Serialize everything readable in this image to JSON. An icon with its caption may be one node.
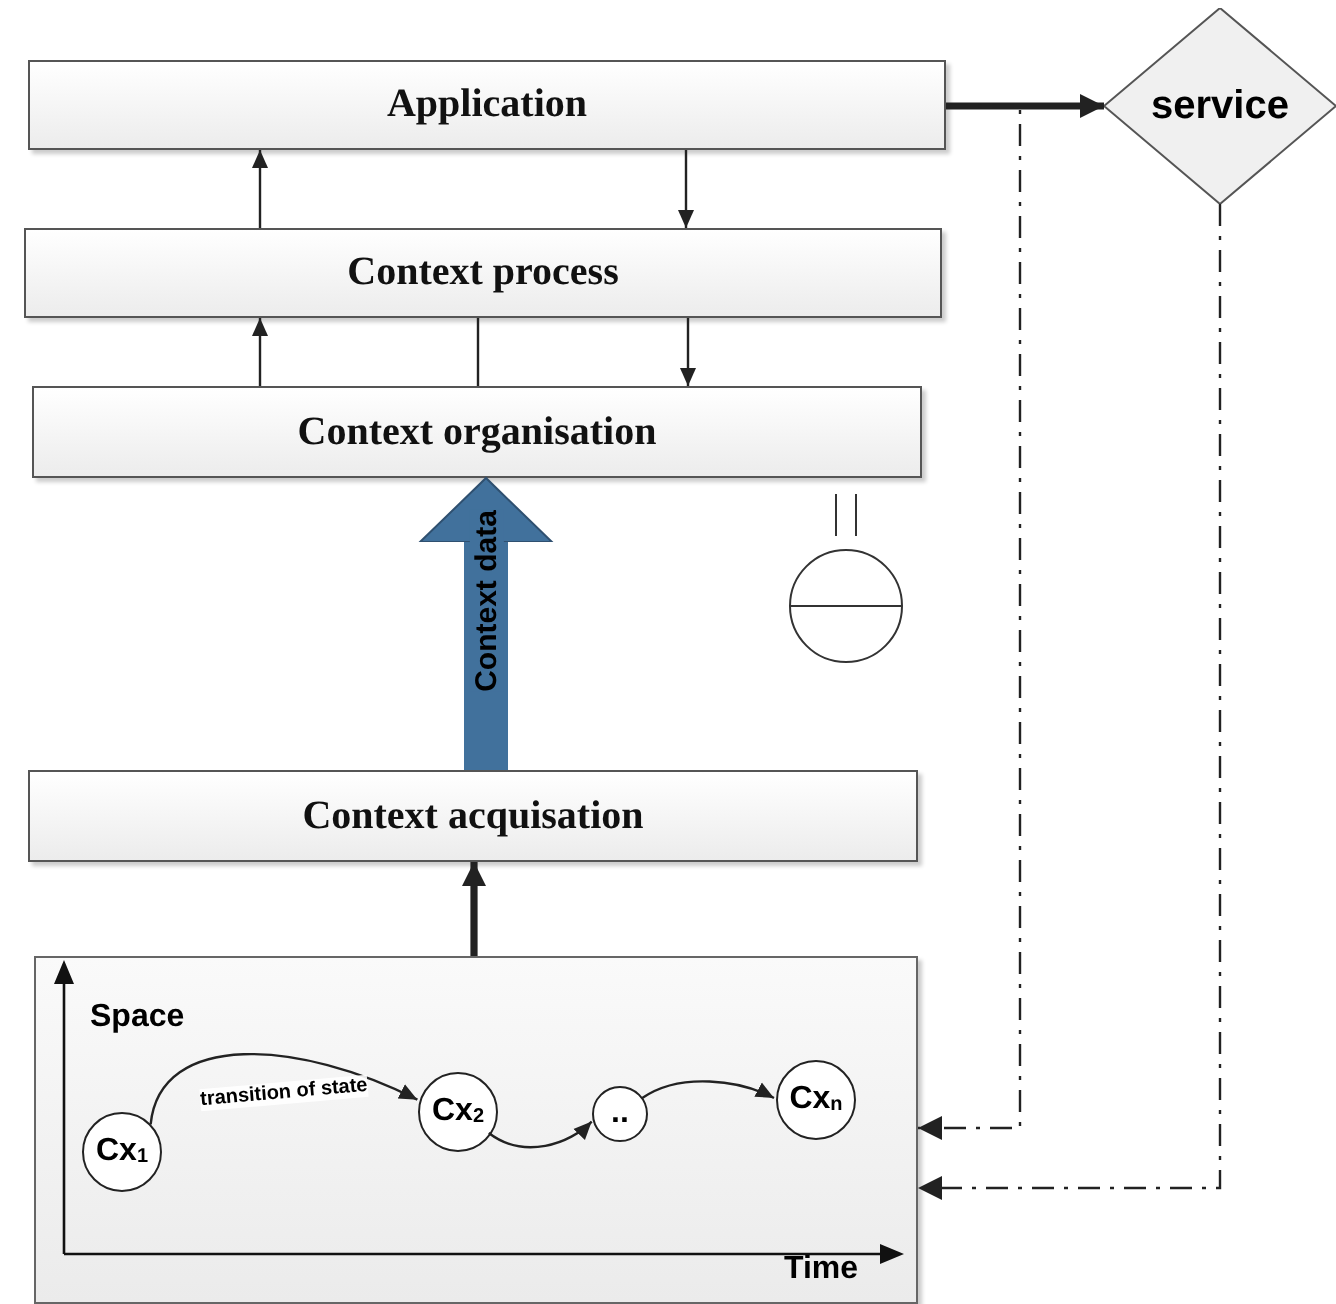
{
  "diagram": {
    "nodes": [
      {
        "text": [
          "Application"
        ]
      },
      {
        "text": [
          "service"
        ]
      },
      {
        "text": [
          "Context process"
        ]
      },
      {
        "text": [
          "Context organisation"
        ]
      },
      {
        "text": [
          "Context acquisation"
        ]
      },
      {
        "text": [],
        "shape": "box"
      },
      {
        "text": [
          "Cx$_{1}$"
        ],
        "in": 5
      },
      {
        "text": [
          "Cx$_{2}$"
        ],
        "in": 5
      },
      {
        "text": [
          ".."
        ],
        "in": 5
      },
      {
        "text": [
          "Cx$_{n}$"
        ],
        "in": 5
      }
    ],
    "edges": [
      {
        "from": 0,
        "to": 1,
        "arrow": "to",
        "style": "thick"
      },
      {
        "from": 2,
        "to": 0,
        "arrow": "to"
      },
      {
        "from": 0,
        "to": 2,
        "arrow": "to"
      },
      {
        "from": 3,
        "to": 2,
        "arrow": "to"
      },
      {
        "from": 2,
        "to": 3,
        "arrow": "to"
      },
      {
        "from": 2,
        "to": 3,
        "arrow": "none"
      },
      {
        "from": 4,
        "to": 3,
        "arrow": "to",
        "style": "thick",
        "color": "#41719c",
        "label": "Context data"
      },
      {
        "from": 5,
        "to": 4,
        "arrow": "to",
        "style": "thick"
      },
      {
        "from": 0,
        "to": 5,
        "arrow": "to",
        "style": "dashed"
      },
      {
        "from": 1,
        "to": 5,
        "arrow": "to",
        "style": "dashed"
      },
      {
        "from": 6,
        "to": 7,
        "arrow": "to",
        "label": "transition of state"
      },
      {
        "from": 7,
        "to": 8,
        "arrow": "to"
      },
      {
        "from": 8,
        "to": 9,
        "arrow": "to"
      }
    ],
    "labels": [
      "Space",
      "Time"
    ]
  }
}
